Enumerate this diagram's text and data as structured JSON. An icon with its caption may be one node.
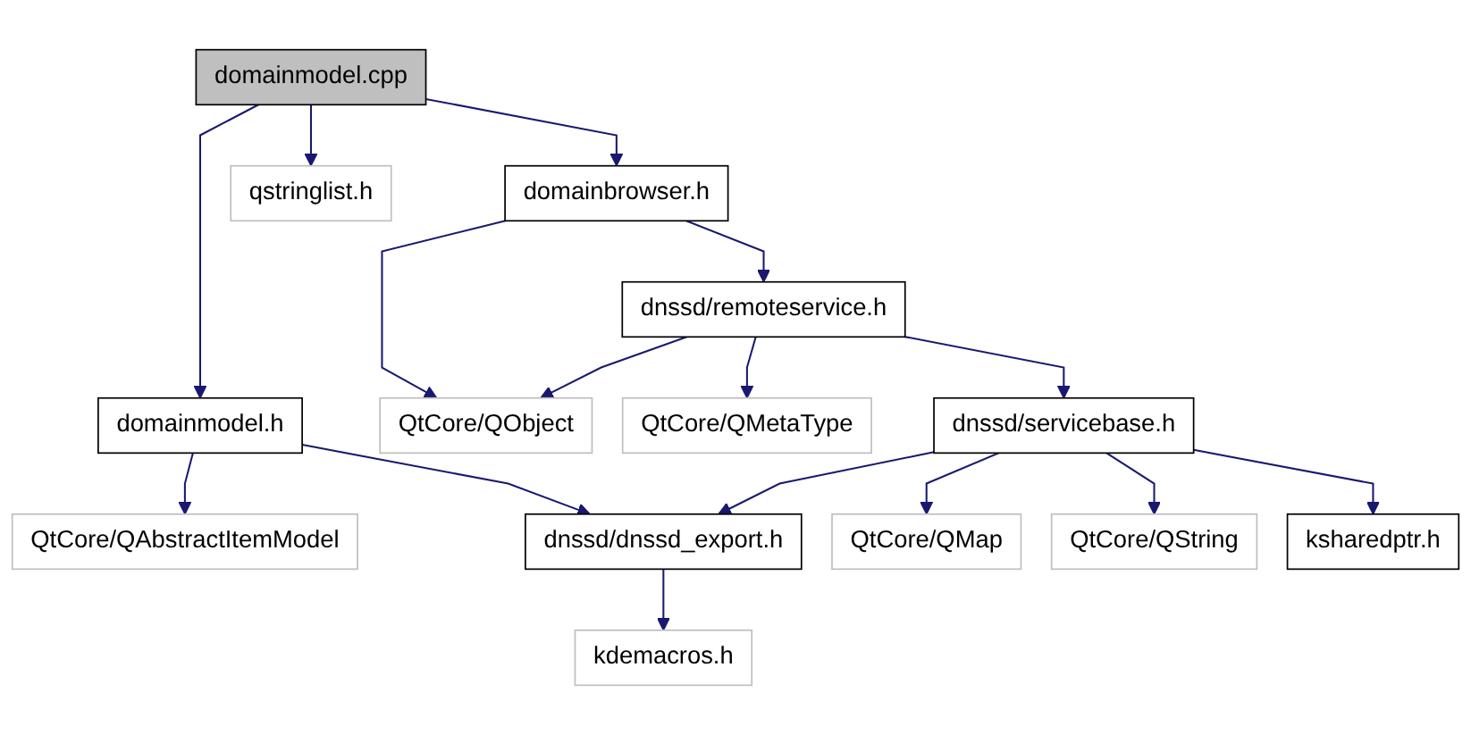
{
  "diagram": {
    "nodes": [
      {
        "text": [
          "domainmodel.cpp"
        ]
      },
      {
        "text": [
          "domainmodel.h"
        ]
      },
      {
        "text": [
          "domainbrowser.h"
        ]
      },
      {
        "text": [
          "qstringlist.h"
        ]
      },
      {
        "text": [
          "QtCore/QAbstractItemModel"
        ]
      },
      {
        "text": [
          "dnssd/remoteservice.h"
        ]
      },
      {
        "text": [
          "QtCore/QObject"
        ]
      },
      {
        "text": [
          "QtCore/QMetaType"
        ]
      },
      {
        "text": [
          "dnssd/servicebase.h"
        ]
      },
      {
        "text": [
          "dnssd/dnssd_export.h"
        ]
      },
      {
        "text": [
          "QtCore/QMap"
        ]
      },
      {
        "text": [
          "QtCore/QString"
        ]
      },
      {
        "text": [
          "ksharedptr.h"
        ]
      },
      {
        "text": [
          "kdemacros.h"
        ]
      }
    ],
    "edges": [
      {
        "from": 0,
        "to": 1,
        "arrow": "to"
      },
      {
        "from": 0,
        "to": 2,
        "arrow": "to"
      },
      {
        "from": 0,
        "to": 3,
        "arrow": "to"
      },
      {
        "from": 1,
        "to": 4,
        "arrow": "to"
      },
      {
        "from": 1,
        "to": 9,
        "arrow": "to"
      },
      {
        "from": 2,
        "to": 6,
        "arrow": "to"
      },
      {
        "from": 2,
        "to": 5,
        "arrow": "to"
      },
      {
        "from": 5,
        "to": 6,
        "arrow": "to"
      },
      {
        "from": 5,
        "to": 7,
        "arrow": "to"
      },
      {
        "from": 5,
        "to": 8,
        "arrow": "to"
      },
      {
        "from": 8,
        "to": 9,
        "arrow": "to"
      },
      {
        "from": 8,
        "to": 10,
        "arrow": "to"
      },
      {
        "from": 8,
        "to": 11,
        "arrow": "to"
      },
      {
        "from": 8,
        "to": 12,
        "arrow": "to"
      },
      {
        "from": 9,
        "to": 13,
        "arrow": "to"
      }
    ]
  }
}
